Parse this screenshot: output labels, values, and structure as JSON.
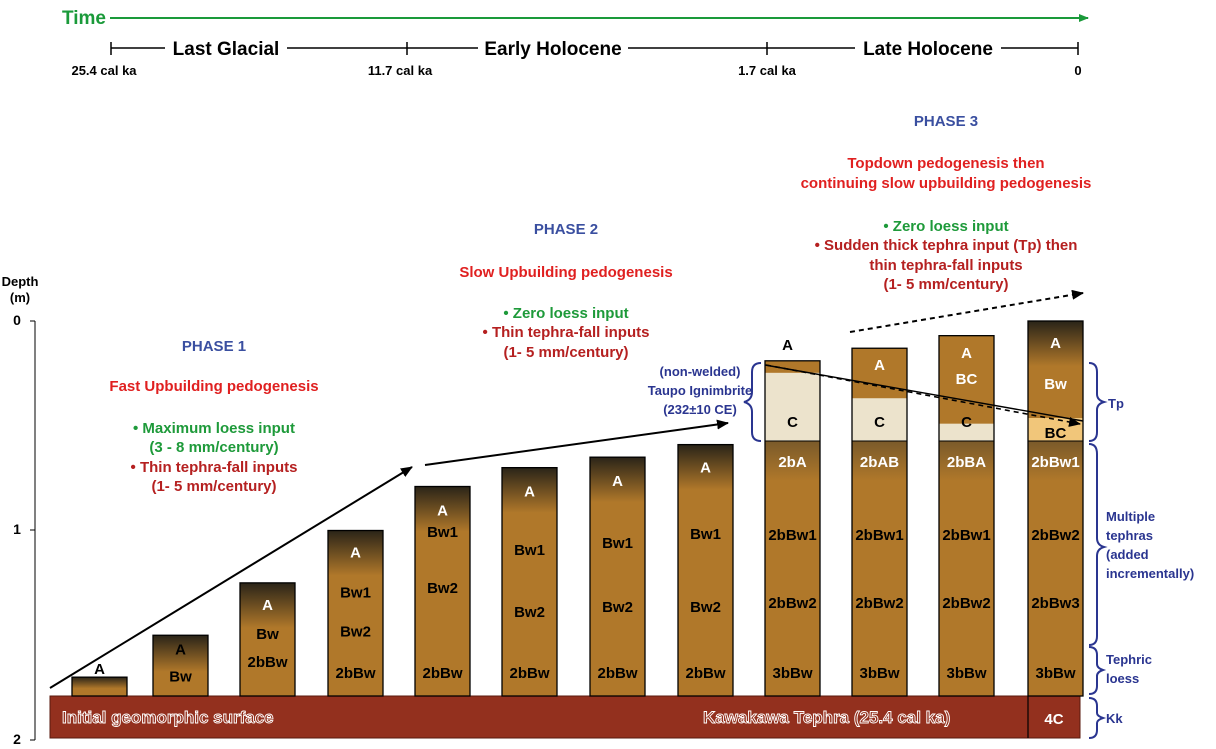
{
  "timeline": {
    "title": "Time",
    "periods": [
      "Last Glacial",
      "Early Holocene",
      "Late Holocene"
    ],
    "ticks": [
      "25.4 cal ka",
      "11.7 cal ka",
      "1.7 cal ka",
      "0"
    ]
  },
  "depth_axis": {
    "title_line1": "Depth",
    "title_line2": "(m)",
    "ticks": [
      "0",
      "1",
      "2"
    ]
  },
  "phase1": {
    "title": "PHASE 1",
    "subtitle": "Fast Upbuilding pedogenesis",
    "bullets": [
      "• Maximum loess input",
      "(3 - 8 mm/century)",
      "• Thin tephra-fall inputs",
      "(1- 5 mm/century)"
    ]
  },
  "phase2": {
    "title": "PHASE 2",
    "subtitle": "Slow Upbuilding pedogenesis",
    "bullets": [
      "• Zero loess input",
      "• Thin tephra-fall inputs",
      "(1- 5 mm/century)"
    ]
  },
  "phase3": {
    "title": "PHASE 3",
    "subtitle_line1": "Topdown pedogenesis then",
    "subtitle_line2": "continuing slow upbuilding pedogenesis",
    "bullets": [
      "• Zero loess input",
      "• Sudden thick tephra input (Tp) then",
      "thin tephra-fall inputs",
      "(1- 5 mm/century)"
    ]
  },
  "taupo_label": [
    "(non-welded)",
    "Taupo Ignimbrite",
    "(232±10 CE)"
  ],
  "columns": [
    {
      "top_depth": 1.7,
      "labels": [
        "A"
      ]
    },
    {
      "top_depth": 1.5,
      "labels": [
        "A",
        "Bw"
      ]
    },
    {
      "top_depth": 1.25,
      "labels": [
        "A",
        "Bw",
        "2bBw"
      ]
    },
    {
      "top_depth": 1.0,
      "labels": [
        "A",
        "Bw1",
        "Bw2",
        "2bBw"
      ]
    },
    {
      "top_depth": 0.79,
      "labels": [
        "A",
        "Bw1",
        "Bw2",
        "2bBw"
      ]
    },
    {
      "top_depth": 0.7,
      "labels": [
        "A",
        "Bw1",
        "Bw2",
        "2bBw"
      ]
    },
    {
      "top_depth": 0.65,
      "labels": [
        "A",
        "Bw1",
        "Bw2",
        "2bBw"
      ]
    },
    {
      "top_depth": 0.59,
      "labels": [
        "A",
        "Bw1",
        "Bw2",
        "2bBw"
      ]
    },
    {
      "top_depth": 0.19,
      "labels": [
        "A",
        "C",
        "2bA",
        "2bBw1",
        "2bBw2",
        "3bBw"
      ]
    },
    {
      "top_depth": 0.13,
      "labels": [
        "A",
        "C",
        "2bAB",
        "2bBw1",
        "2bBw2",
        "3bBw"
      ]
    },
    {
      "top_depth": 0.07,
      "labels": [
        "A",
        "BC",
        "C",
        "2bBA",
        "2bBw1",
        "2bBw2",
        "3bBw"
      ]
    },
    {
      "top_depth": 0.0,
      "labels": [
        "A",
        "Bw",
        "BC",
        "2bBw1",
        "2bBw2",
        "2bBw3",
        "3bBw"
      ]
    }
  ],
  "base": {
    "left_label": "Initial geomorphic surface",
    "right_label": "Kawakawa Tephra (25.4 cal ka)",
    "box_label": "4C"
  },
  "brackets": {
    "tp": "Tp",
    "multiple": [
      "Multiple",
      "tephras",
      "(added",
      "incrementally)"
    ],
    "tephric": [
      "Tephric",
      "loess"
    ],
    "kk": "Kk"
  },
  "colors": {
    "time_green": "#1a9a3a",
    "phase_blue": "#3a4fa0",
    "red": "#e02020",
    "bullet_green": "#1e9a3a",
    "bullet_red": "#b52020",
    "bracket_blue": "#2a3590",
    "soil_brown": "#b0782a",
    "pale_c": "#ece3cc",
    "bc_light": "#f1c67a",
    "base_red": "#93301e"
  }
}
